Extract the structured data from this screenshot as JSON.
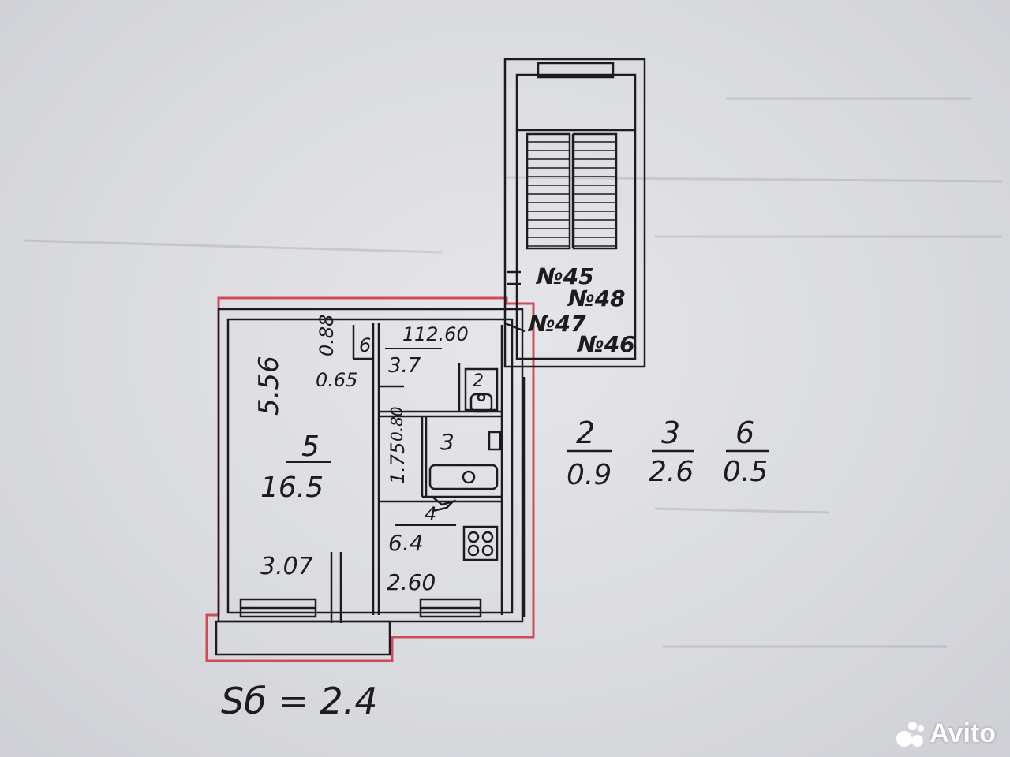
{
  "floorplan": {
    "stair_units": [
      "№45",
      "№48",
      "№47",
      "№46"
    ],
    "main_room": {
      "number": "5",
      "area": "16.5",
      "width": "3.07",
      "length": "5.56"
    },
    "hall": {
      "number": "1",
      "area": "3.7",
      "label_top": "12.60",
      "dim_a": "0.88",
      "dim_b": "0.65",
      "closet_number": "6"
    },
    "wc": {
      "number": "2"
    },
    "bath": {
      "number": "3",
      "dim_a": "0.80",
      "dim_b": "1.75"
    },
    "kitchen": {
      "number": "4",
      "area": "6.4",
      "width": "2.60"
    }
  },
  "legend": [
    {
      "number": "2",
      "area": "0.9"
    },
    {
      "number": "3",
      "area": "2.6"
    },
    {
      "number": "6",
      "area": "0.5"
    }
  ],
  "balcony_note": "Sб = 2.4",
  "watermark_text": "Avito",
  "colors": {
    "outline_red": "#d24a5a",
    "ink": "#1c1c20",
    "paper": "#dcdde1"
  }
}
